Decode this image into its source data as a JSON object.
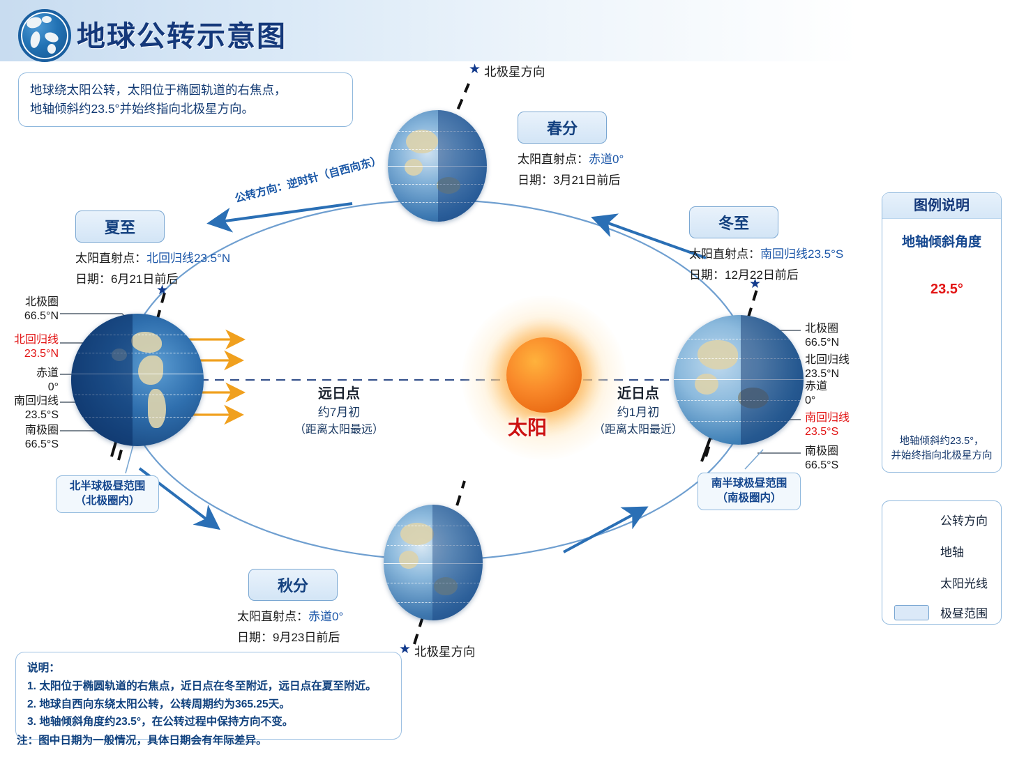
{
  "header": {
    "title": "地球公转示意图",
    "globe_icon": "globe-icon"
  },
  "intro": {
    "line1": "地球绕太阳公转，太阳位于椭圆轨道的右焦点，",
    "line2": "地轴倾斜约23.5°并始终指向北极星方向。"
  },
  "orbit": {
    "direction_text": "公转方向：逆时针（自西向东）"
  },
  "sun": {
    "label": "太阳"
  },
  "apsis": {
    "aphelion": {
      "title": "远日点",
      "date": "约7月初",
      "note": "（距离太阳最远）"
    },
    "perihelion": {
      "title": "近日点",
      "date": "约1月初",
      "note": "（距离太阳最近）"
    }
  },
  "polaris": {
    "top": "北极星方向",
    "bottom": "北极星方向"
  },
  "seasons": {
    "vernal": {
      "name": "春分",
      "subsolar_prefix": "太阳直射点：",
      "subsolar_value": "赤道0°",
      "date_prefix": "日期：",
      "date_value": "3月21日前后"
    },
    "summer": {
      "name": "夏至",
      "subsolar_prefix": "太阳直射点：",
      "subsolar_value": "北回归线23.5°N",
      "date_prefix": "日期：",
      "date_value": "6月21日前后"
    },
    "autumn": {
      "name": "秋分",
      "subsolar_prefix": "太阳直射点：",
      "subsolar_value": "赤道0°",
      "date_prefix": "日期：",
      "date_value": "9月23日前后"
    },
    "winter": {
      "name": "冬至",
      "subsolar_prefix": "太阳直射点：",
      "subsolar_value": "南回归线23.5°S",
      "date_prefix": "日期：",
      "date_value": "12月22日前后"
    }
  },
  "latitudes_left": [
    {
      "name": "北极圈",
      "value": "66.5°N",
      "highlight": false
    },
    {
      "name": "北回归线",
      "value": "23.5°N",
      "highlight": true
    },
    {
      "name": "赤道",
      "value": "0°",
      "highlight": false
    },
    {
      "name": "南回归线",
      "value": "23.5°S",
      "highlight": false
    },
    {
      "name": "南极圈",
      "value": "66.5°S",
      "highlight": false
    }
  ],
  "latitudes_right": [
    {
      "name": "北极圈",
      "value": "66.5°N",
      "highlight": false
    },
    {
      "name": "北回归线",
      "value": "23.5°N",
      "highlight": false
    },
    {
      "name": "赤道",
      "value": "0°",
      "highlight": false
    },
    {
      "name": "南回归线",
      "value": "23.5°S",
      "highlight": true
    },
    {
      "name": "南极圈",
      "value": "66.5°S",
      "highlight": false
    }
  ],
  "callouts": {
    "north_polar_day": {
      "line1": "北半球极昼范围",
      "line2": "（北极圈内）"
    },
    "south_polar_day": {
      "line1": "南半球极昼范围",
      "line2": "（南极圈内）"
    }
  },
  "legend": {
    "title": "图例说明",
    "subtitle": "地轴倾斜角度",
    "angle": "23.5°",
    "caption_line1": "地轴倾斜约23.5°，",
    "caption_line2": "并始终指向北极星方向"
  },
  "key": {
    "items": [
      {
        "icon": "blue-arrow-icon",
        "label": "公转方向"
      },
      {
        "icon": "dashed-line-icon",
        "label": "地轴"
      },
      {
        "icon": "orange-arrow-icon",
        "label": "太阳光线"
      },
      {
        "icon": "light-blue-swatch-icon",
        "label": "极昼范围"
      }
    ]
  },
  "notes": {
    "title": "说明：",
    "items": [
      "1. 太阳位于椭圆轨道的右焦点，近日点在冬至附近，远日点在夏至附近。",
      "2. 地球自西向东绕太阳公转，公转周期约为365.25天。",
      "3. 地轴倾斜角度约23.5°，在公转过程中保持方向不变。"
    ],
    "footnote": "注：图中日期为一般情况，具体日期会有年际差异。"
  },
  "colors": {
    "brand_blue": "#14387a",
    "orbit_blue": "#2a6fb5",
    "sun_orange": "#ea6b14",
    "red_accent": "#e21414",
    "panel_border": "#8fb8dd"
  }
}
